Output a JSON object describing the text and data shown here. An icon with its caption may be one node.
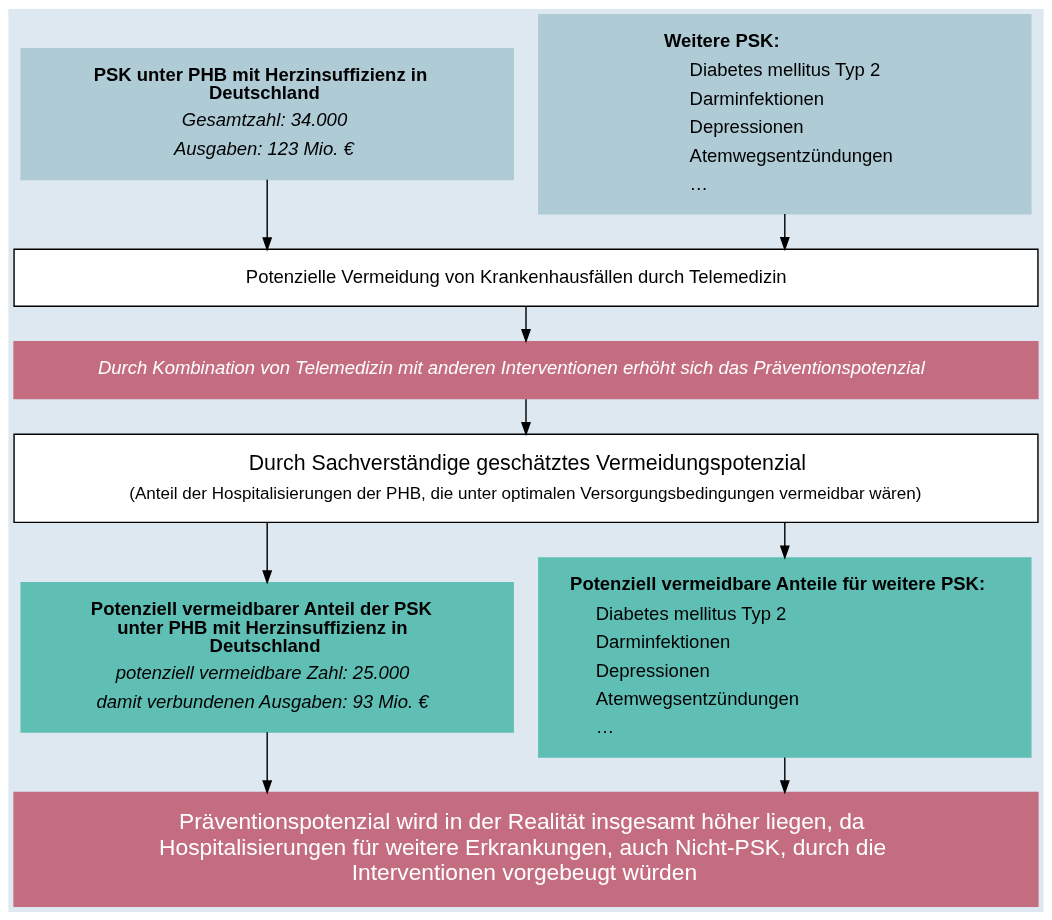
{
  "diagram": {
    "nodes": [
      {
        "text": [
          "PSK unter PHB mit Herzinsuffizienz in Deutschland",
          "Gesamtzahl: 34.000",
          "Ausgaben: 123 Mio. €"
        ]
      },
      {
        "text": [
          "Weitere PSK:",
          "Diabetes mellitus Typ 2",
          "Darminfektionen",
          "Depressionen",
          "Atemwegsentzündungen",
          "…"
        ]
      },
      {
        "text": [
          "Potenzielle Vermeidung von Krankenhausfällen durch Telemedizin"
        ]
      },
      {
        "text": [
          "Durch Kombination von Telemedizin mit anderen Interventionen erhöht sich das Präventionspotenzial"
        ]
      },
      {
        "text": [
          "Durch Sachverständige geschätztes Vermeidungspotenzial",
          "(Anteil der Hospitalisierungen der PHB, die unter optimalen Versorgungsbedingungen vermeidbar wären)"
        ]
      },
      {
        "text": [
          "Potenziell vermeidbarer Anteil der PSK unter PHB mit Herzinsuffizienz in Deutschland",
          "potenziell vermeidbare Zahl: 25.000",
          "damit verbundenen Ausgaben: 93 Mio. €"
        ]
      },
      {
        "text": [
          "Potenziell vermeidbare Anteile für weitere PSK:",
          "Diabetes mellitus Typ 2",
          "Darminfektionen",
          "Depressionen",
          "Atemwegsentzündungen",
          "…"
        ]
      },
      {
        "text": [
          "Präventionspotenzial wird in der Realität insgesamt höher liegen, da Hospitalisierungen für weitere Erkrankungen, auch Nicht-PSK, durch die Interventionen vorgebeugt würden"
        ]
      }
    ],
    "edges": [
      {
        "from": 0,
        "to": 2,
        "arrow": "to"
      },
      {
        "from": 1,
        "to": 2,
        "arrow": "to"
      },
      {
        "from": 2,
        "to": 3,
        "arrow": "to"
      },
      {
        "from": 3,
        "to": 4,
        "arrow": "to"
      },
      {
        "from": 4,
        "to": 5,
        "arrow": "to"
      },
      {
        "from": 4,
        "to": 6,
        "arrow": "to"
      },
      {
        "from": 5,
        "to": 7,
        "arrow": "to"
      },
      {
        "from": 6,
        "to": 7,
        "arrow": "to"
      }
    ]
  }
}
